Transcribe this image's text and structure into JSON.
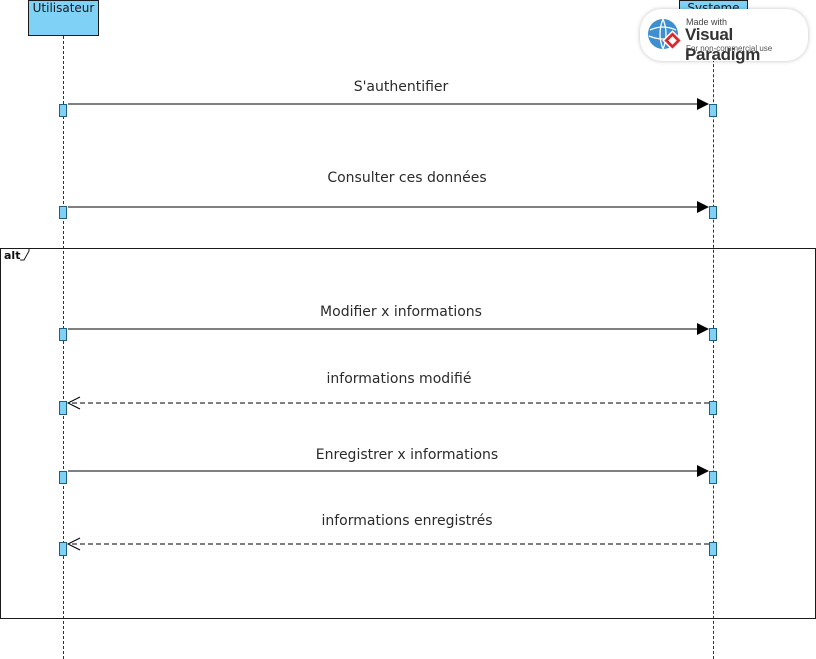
{
  "lifelines": [
    {
      "name": "Utilisateur"
    },
    {
      "name": "Systeme"
    }
  ],
  "messages": [
    {
      "label": "S'authentifier",
      "from": 0,
      "to": 1,
      "kind": "sync"
    },
    {
      "label": "Consulter ces données",
      "from": 0,
      "to": 1,
      "kind": "sync"
    },
    {
      "label": "Modifier x informations",
      "from": 0,
      "to": 1,
      "kind": "sync"
    },
    {
      "label": "informations modifié",
      "from": 1,
      "to": 0,
      "kind": "reply"
    },
    {
      "label": "Enregistrer x informations",
      "from": 0,
      "to": 1,
      "kind": "sync"
    },
    {
      "label": "informations enregistrés",
      "from": 1,
      "to": 0,
      "kind": "reply"
    }
  ],
  "fragment": {
    "operator": "alt"
  },
  "watermark": {
    "made_with": "Made with",
    "brand": "Visual Paradigm",
    "note": "For non-commercial use",
    "logo_icon": "visual-paradigm-logo-icon"
  },
  "colors": {
    "lifeline_head": "#7fd1f5",
    "activation": "#7fd1f5",
    "line": "#000000"
  }
}
